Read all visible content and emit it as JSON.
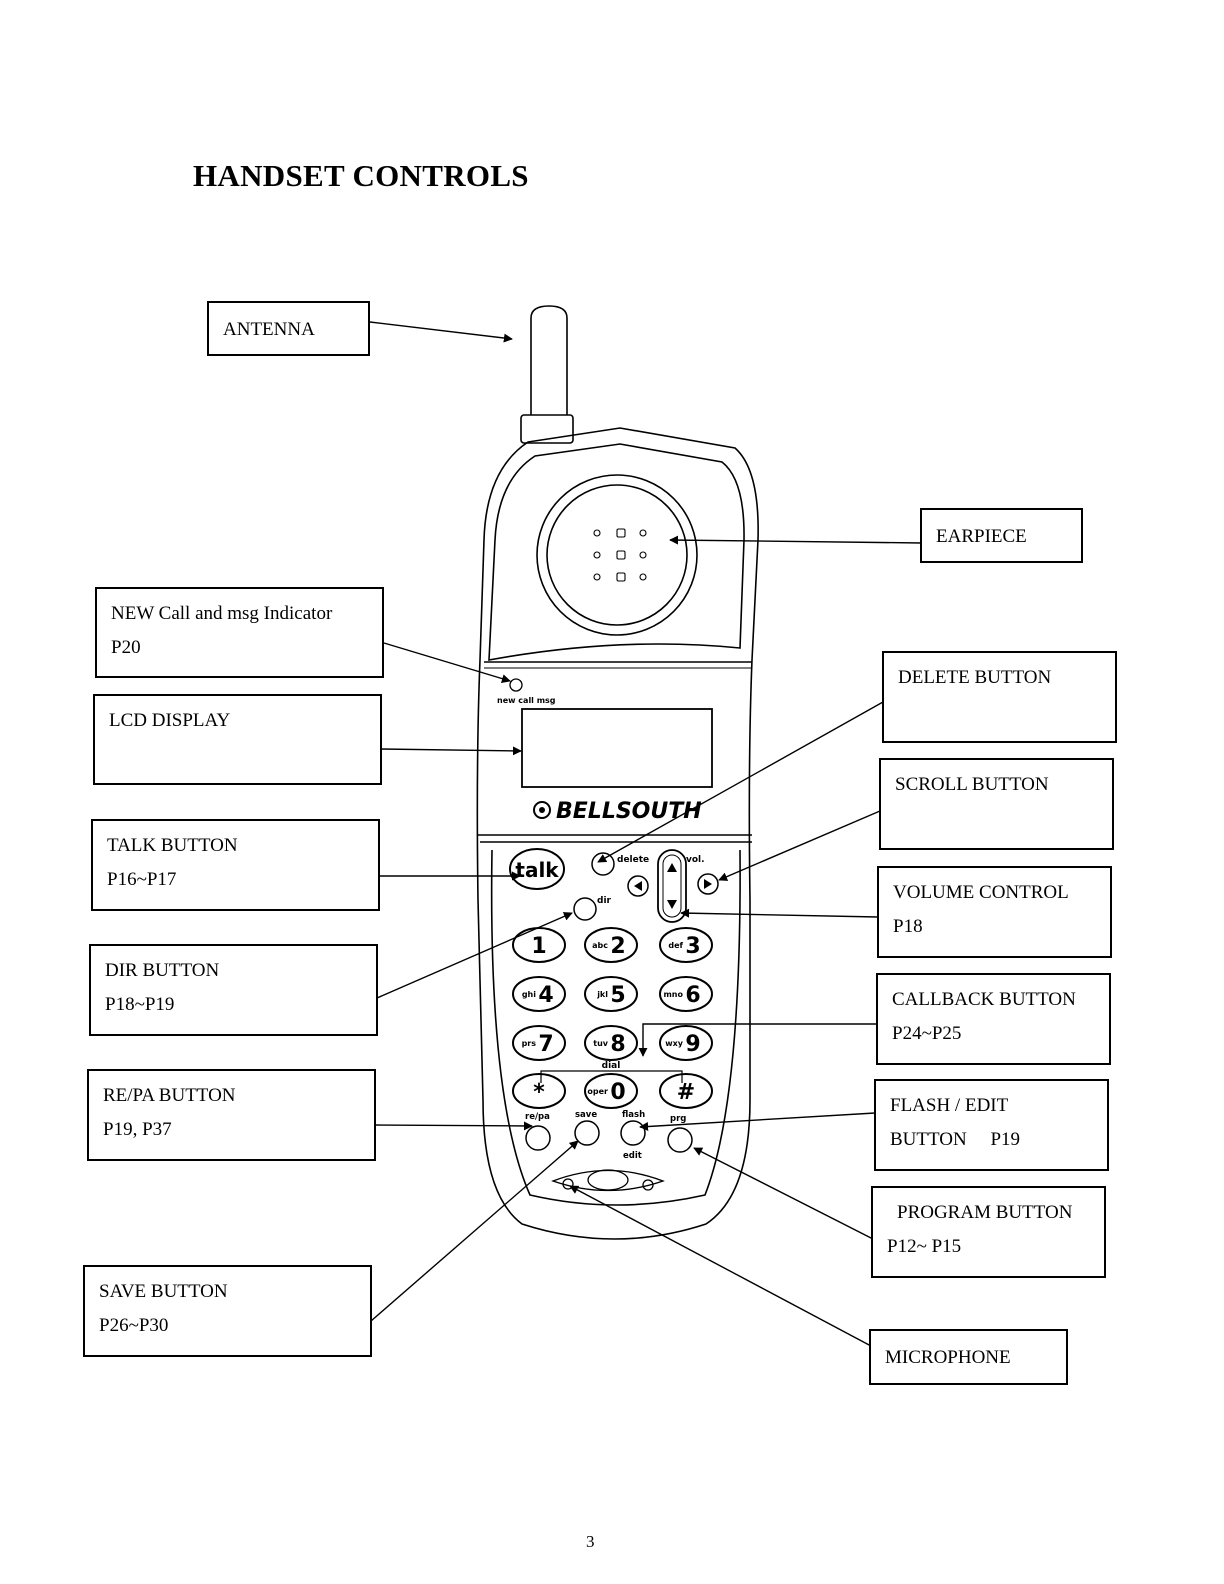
{
  "page": {
    "title": "HANDSET CONTROLS",
    "page_number": "3"
  },
  "handset": {
    "brand": "BELLSOUTH",
    "indicator_caption": "new call msg",
    "keys": {
      "talk": "talk",
      "delete": "delete",
      "vol": "vol.",
      "dir": "dir",
      "dial": "dial",
      "redial": "re/pa",
      "save": "save",
      "flash": "flash",
      "prg": "prg",
      "edit": "edit"
    },
    "keypad": [
      {
        "digit": "1",
        "letters": ""
      },
      {
        "digit": "2",
        "letters": "abc"
      },
      {
        "digit": "3",
        "letters": "def"
      },
      {
        "digit": "4",
        "letters": "ghi"
      },
      {
        "digit": "5",
        "letters": "jkl"
      },
      {
        "digit": "6",
        "letters": "mno"
      },
      {
        "digit": "7",
        "letters": "prs"
      },
      {
        "digit": "8",
        "letters": "tuv"
      },
      {
        "digit": "9",
        "letters": "wxy"
      },
      {
        "digit": "*",
        "letters": ""
      },
      {
        "digit": "0",
        "letters": "oper"
      },
      {
        "digit": "#",
        "letters": ""
      }
    ]
  },
  "labels": {
    "antenna": {
      "line1": "ANTENNA"
    },
    "earpiece": {
      "line1": "EARPIECE"
    },
    "new_call": {
      "line1": "NEW Call and msg Indicator",
      "line2": "P20"
    },
    "delete": {
      "line1": "DELETE BUTTON"
    },
    "lcd": {
      "line1": "LCD DISPLAY"
    },
    "scroll": {
      "line1": "SCROLL BUTTON"
    },
    "talk": {
      "line1": "TALK BUTTON",
      "line2": "P16~P17"
    },
    "volume": {
      "line1": "VOLUME CONTROL",
      "line2": "P18"
    },
    "dir": {
      "line1": "DIR BUTTON",
      "line2": "P18~P19"
    },
    "callback": {
      "line1": "CALLBACK   BUTTON",
      "line2": "P24~P25"
    },
    "repa": {
      "line1": "RE/PA BUTTON",
      "line2": "P19, P37"
    },
    "flash": {
      "line1": "FLASH / EDIT",
      "line2": "BUTTON     P19"
    },
    "program": {
      "line1": "PROGRAM BUTTON",
      "line2": "P12~ P15"
    },
    "save": {
      "line1": "SAVE BUTTON",
      "line2": "P26~P30"
    },
    "microphone": {
      "line1": "MICROPHONE"
    }
  }
}
